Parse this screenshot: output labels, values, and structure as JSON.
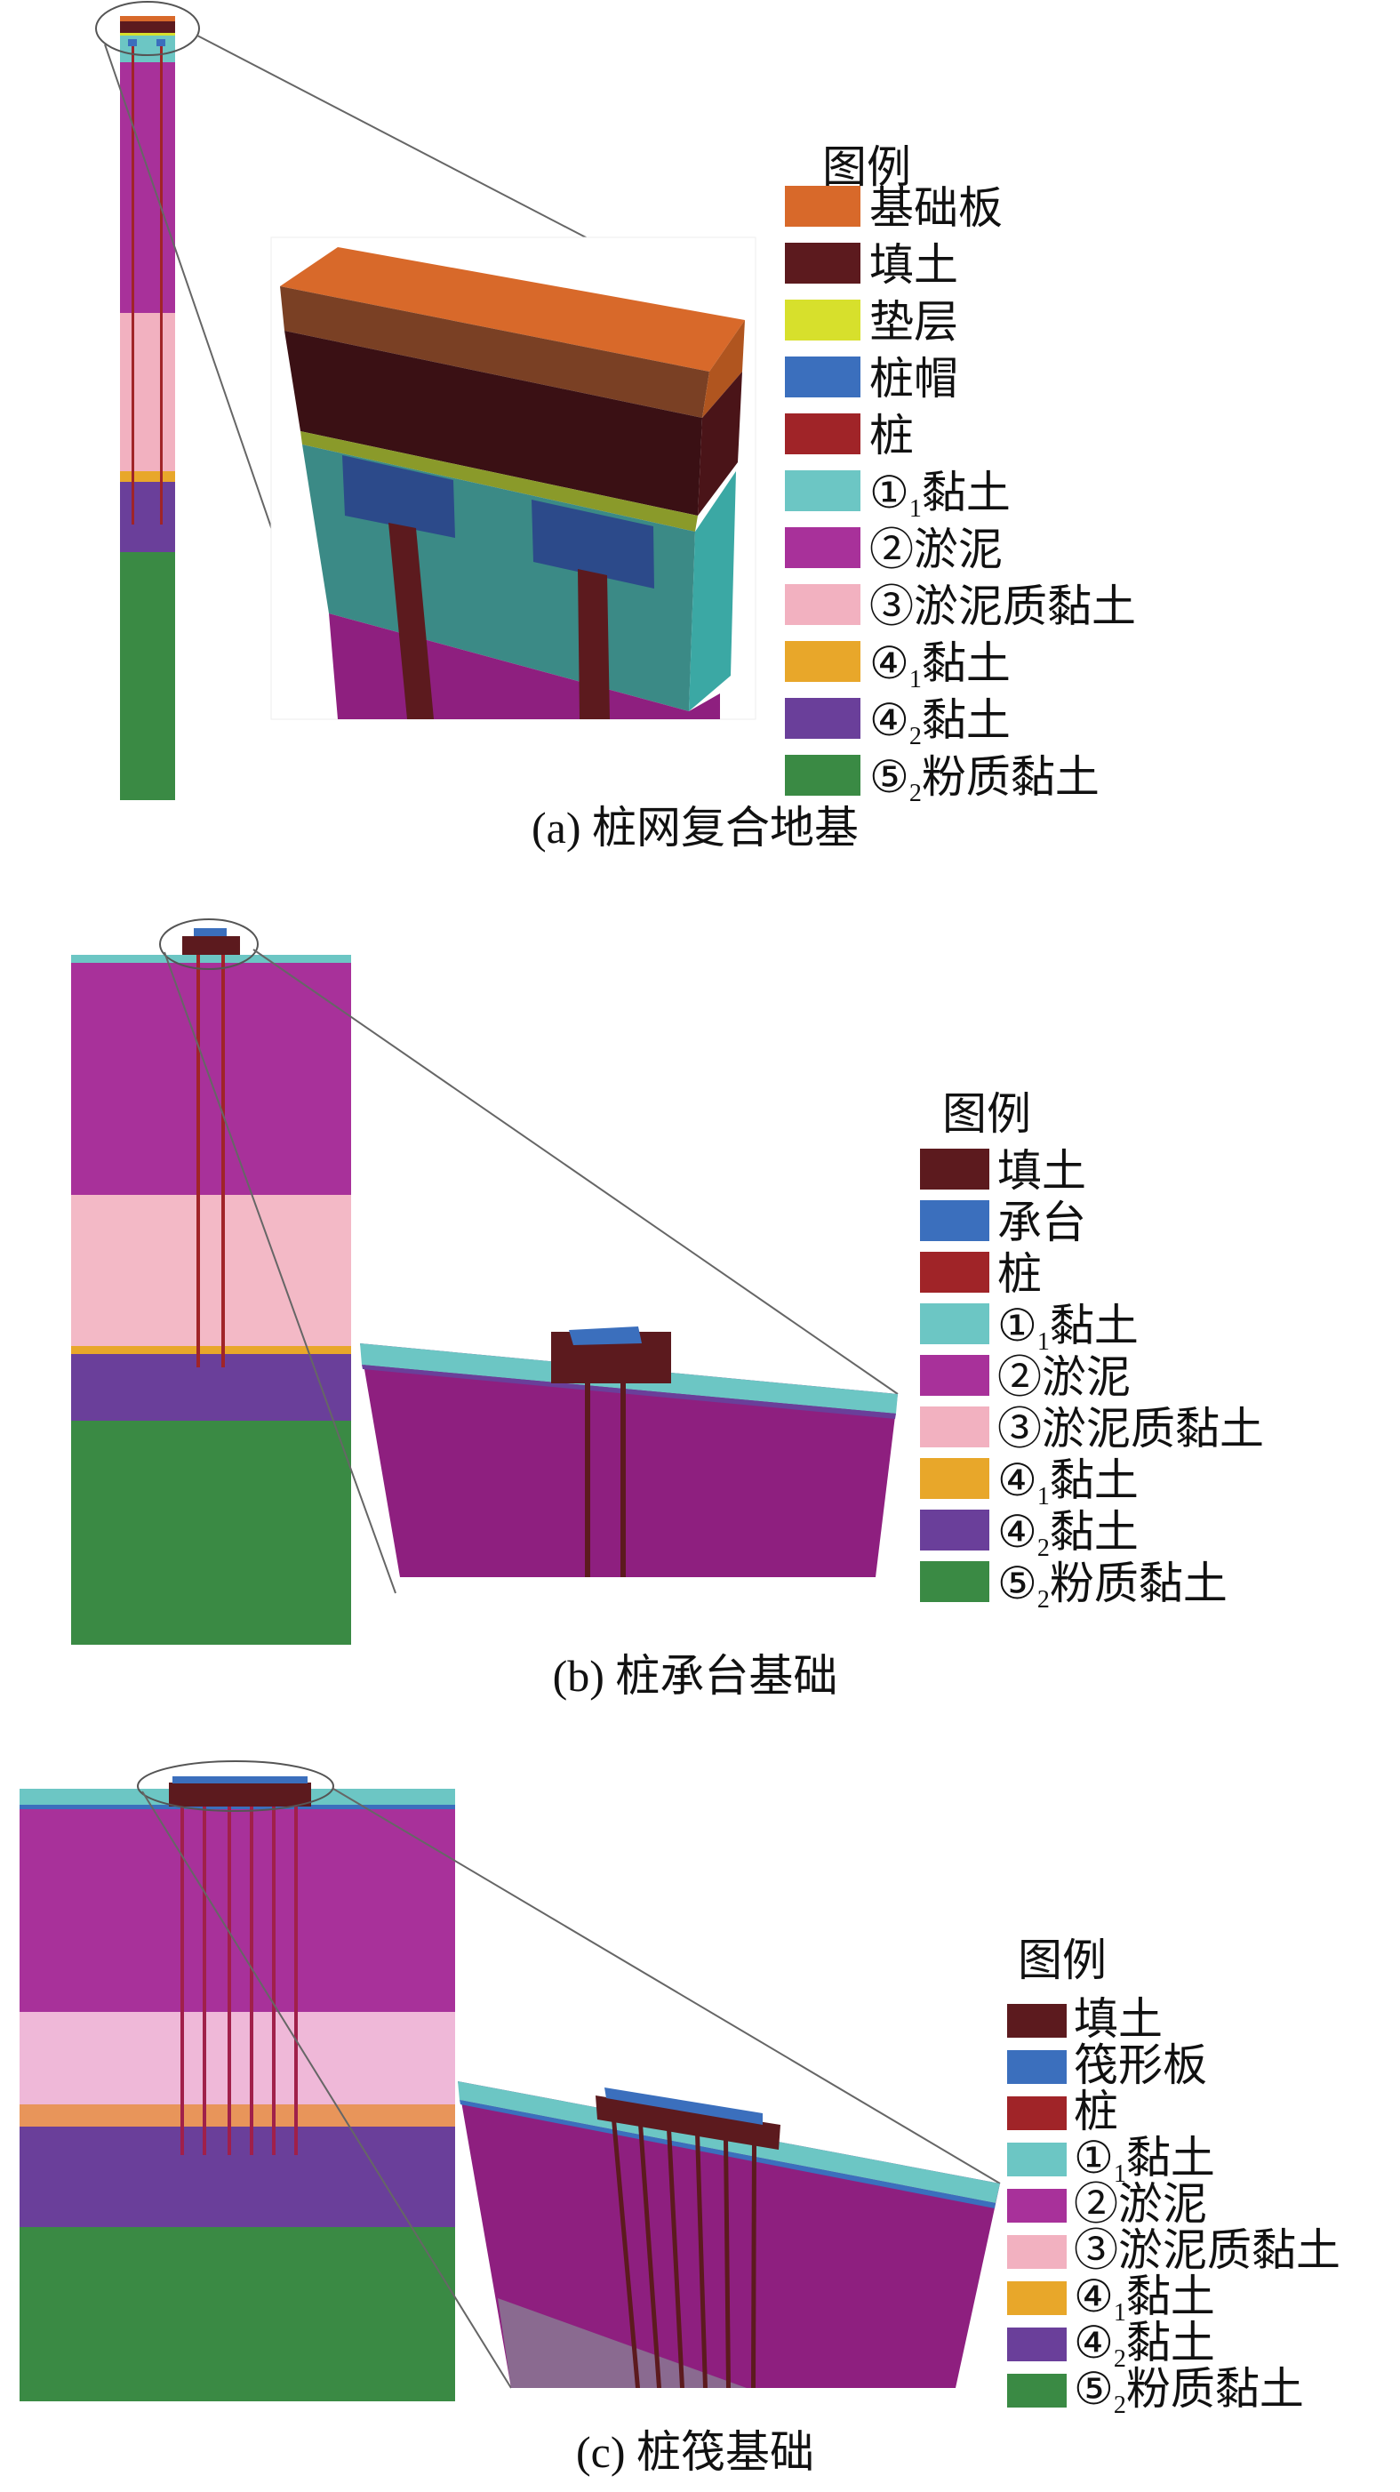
{
  "colors": {
    "foundation_slab": "#d8692a",
    "fill": "#5c1a1e",
    "cushion": "#d7e02c",
    "pile_cap": "#3b6fbd",
    "pile": "#a02428",
    "clay_1_1": "#6cc6c4",
    "silt_2": "#a8319a",
    "silty_clay_3": "#f2b1c0",
    "clay_4_1": "#e8a72a",
    "clay_4_2": "#6a3f9a",
    "silty_clay_5_2": "#3a8a44"
  },
  "panels": [
    {
      "caption": "(a) 桩网复合地基",
      "legend_title": "图例",
      "legend": [
        {
          "pre": "",
          "sub": "",
          "text": "基础板",
          "color": "#d8692a"
        },
        {
          "pre": "",
          "sub": "",
          "text": "填土",
          "color": "#5c1a1e"
        },
        {
          "pre": "",
          "sub": "",
          "text": "垫层",
          "color": "#d7e02c"
        },
        {
          "pre": "",
          "sub": "",
          "text": "桩帽",
          "color": "#3b6fbd"
        },
        {
          "pre": "",
          "sub": "",
          "text": "桩",
          "color": "#a02428"
        },
        {
          "pre": "①",
          "sub": "1",
          "text": "黏土",
          "color": "#6cc6c4"
        },
        {
          "pre": "②",
          "sub": "",
          "text": "淤泥",
          "color": "#a8319a"
        },
        {
          "pre": "③",
          "sub": "",
          "text": "淤泥质黏土",
          "color": "#f2b1c0"
        },
        {
          "pre": "④",
          "sub": "1",
          "text": "黏土",
          "color": "#e8a72a"
        },
        {
          "pre": "④",
          "sub": "2",
          "text": "黏土",
          "color": "#6a3f9a"
        },
        {
          "pre": "⑤",
          "sub": "2",
          "text": "粉质黏土",
          "color": "#3a8a44"
        }
      ]
    },
    {
      "caption": "(b) 桩承台基础",
      "legend_title": "图例",
      "legend": [
        {
          "pre": "",
          "sub": "",
          "text": "填土",
          "color": "#5c1a1e"
        },
        {
          "pre": "",
          "sub": "",
          "text": "承台",
          "color": "#3b6fbd"
        },
        {
          "pre": "",
          "sub": "",
          "text": "桩",
          "color": "#a02428"
        },
        {
          "pre": "①",
          "sub": "1",
          "text": "黏土",
          "color": "#6cc6c4"
        },
        {
          "pre": "②",
          "sub": "",
          "text": "淤泥",
          "color": "#a8319a"
        },
        {
          "pre": "③",
          "sub": "",
          "text": "淤泥质黏土",
          "color": "#f2b1c0"
        },
        {
          "pre": "④",
          "sub": "1",
          "text": "黏土",
          "color": "#e8a72a"
        },
        {
          "pre": "④",
          "sub": "2",
          "text": "黏土",
          "color": "#6a3f9a"
        },
        {
          "pre": "⑤",
          "sub": "2",
          "text": "粉质黏土",
          "color": "#3a8a44"
        }
      ]
    },
    {
      "caption": "(c) 桩筏基础",
      "legend_title": "图例",
      "legend": [
        {
          "pre": "",
          "sub": "",
          "text": "填土",
          "color": "#5c1a1e"
        },
        {
          "pre": "",
          "sub": "",
          "text": "筏形板",
          "color": "#3b6fbd"
        },
        {
          "pre": "",
          "sub": "",
          "text": "桩",
          "color": "#a02428"
        },
        {
          "pre": "①",
          "sub": "1",
          "text": "黏土",
          "color": "#6cc6c4"
        },
        {
          "pre": "②",
          "sub": "",
          "text": "淤泥",
          "color": "#a8319a"
        },
        {
          "pre": "③",
          "sub": "",
          "text": "淤泥质黏土",
          "color": "#f2b1c0"
        },
        {
          "pre": "④",
          "sub": "1",
          "text": "黏土",
          "color": "#e8a72a"
        },
        {
          "pre": "④",
          "sub": "2",
          "text": "黏土",
          "color": "#6a3f9a"
        },
        {
          "pre": "⑤",
          "sub": "2",
          "text": "粉质黏土",
          "color": "#3a8a44"
        }
      ]
    }
  ]
}
